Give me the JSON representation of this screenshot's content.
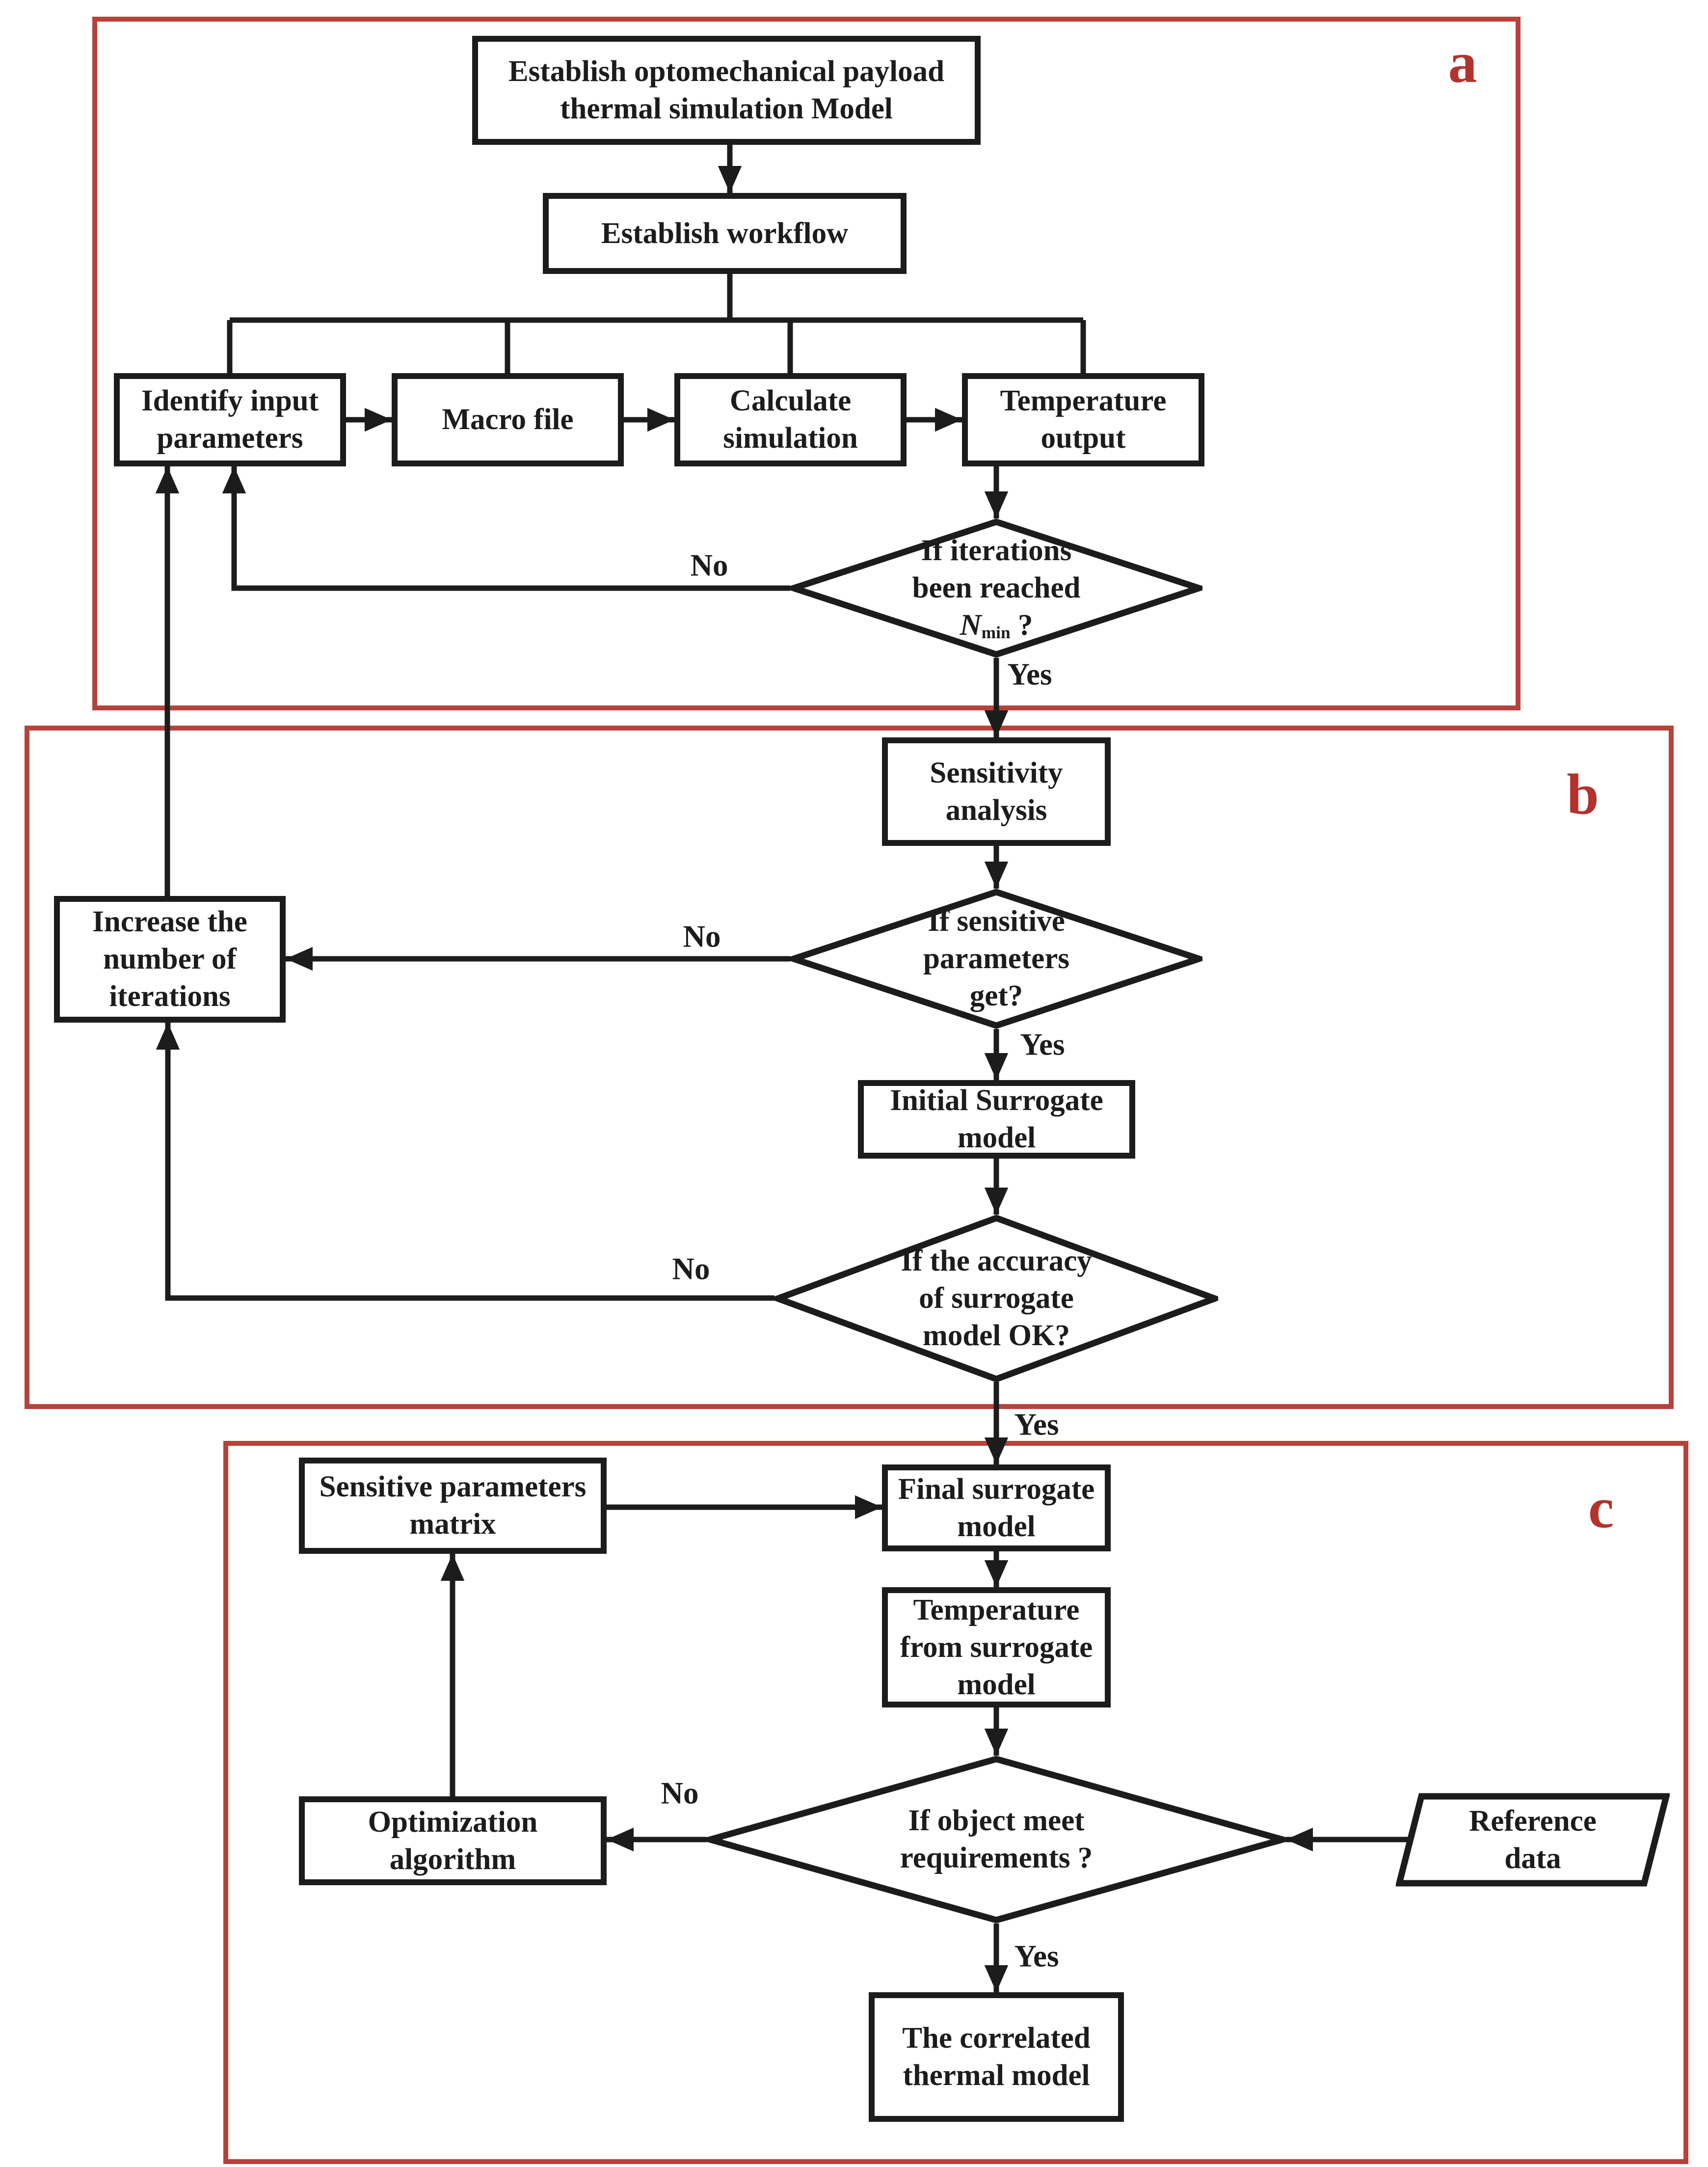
{
  "figure": {
    "type": "flowchart",
    "colors": {
      "frame": "#b5423b",
      "section_label": "#b2322d",
      "ink": "#1c1c1c",
      "background": "#ffffff"
    },
    "sections": [
      {
        "label": "a"
      },
      {
        "label": "b"
      },
      {
        "label": "c"
      }
    ],
    "nodes": {
      "establish_model": "Establish  optomechanical payload\nthermal simulation Model",
      "establish_workflow": "Establish  workflow",
      "identify_input": "Identify input\nparameters",
      "macro_file": "Macro  file",
      "calculate_simulation": "Calculate\nsimulation",
      "temperature_output": "Temperature\noutput",
      "sensitivity_analysis": "Sensitivity\nanalysis",
      "increase_iterations": "Increase the\nnumber of\niterations",
      "initial_surrogate": "Initial Surrogate\nmodel",
      "final_surrogate": "Final surrogate\nmodel",
      "sensitive_matrix": "Sensitive parameters\nmatrix",
      "temp_from_surrogate": "Temperature\nfrom surrogate\nmodel",
      "optimization": "Optimization\nalgorithm",
      "reference_data": "Reference\ndata",
      "correlated_model": "The  correlated\nthermal model"
    },
    "decisions": {
      "iterations": {
        "question": "If iterations\nbeen  reached",
        "variable": "N",
        "subscript": "min",
        "suffix": " ?"
      },
      "sensitive_parameters": "If  sensitive\nparameters\nget?",
      "surrogate_accuracy": "If the  accuracy\nof surrogate\nmodel OK?",
      "object_requirements": "If object meet\nrequirements ?"
    },
    "edge_labels": {
      "yes": "Yes",
      "no": "No"
    }
  }
}
